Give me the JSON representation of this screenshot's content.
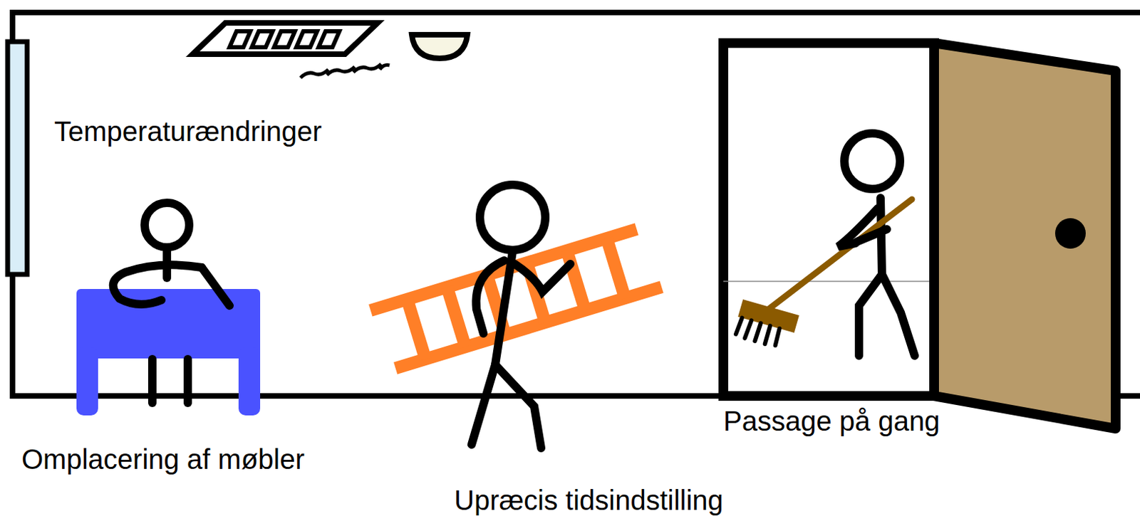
{
  "diagram": {
    "labels": [
      "Temperaturændringer",
      "Passage på gang",
      "Omplacering af møbler",
      "Upræcis tidsindstilling"
    ]
  }
}
